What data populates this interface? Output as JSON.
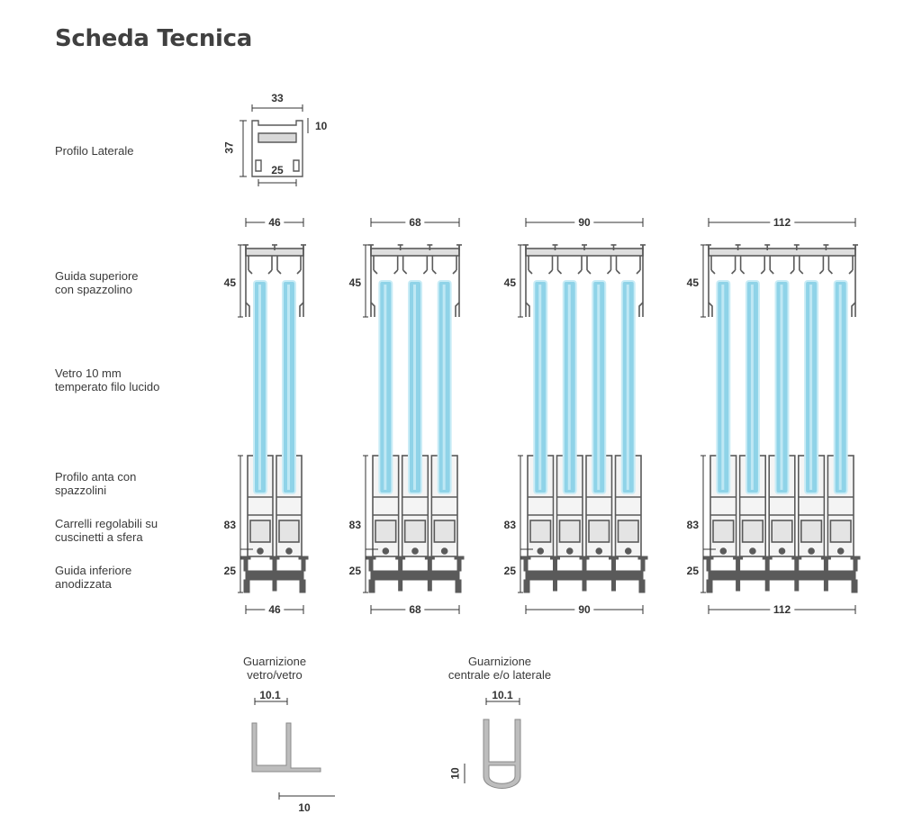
{
  "title": "Scheda Tecnica",
  "labels": {
    "profilo_laterale": "Profilo Laterale",
    "guida_superiore": "Guida superiore\ncon spazzolino",
    "vetro": "Vetro 10 mm\ntemperato filo lucido",
    "profilo_anta": "Profilo anta con\nspazzolini",
    "carrelli": "Carrelli regolabili su\ncuscinetti a sfera",
    "guida_inferiore": "Guida inferiore\nanodizzata"
  },
  "side_profile": {
    "width": "33",
    "height": "37",
    "inner": "25",
    "lip": "10"
  },
  "assemblies": [
    {
      "panels": 2,
      "width": "46",
      "top_height": "45",
      "bottom_height": "83",
      "rail_height": "25"
    },
    {
      "panels": 3,
      "width": "68",
      "top_height": "45",
      "bottom_height": "83",
      "rail_height": "25"
    },
    {
      "panels": 4,
      "width": "90",
      "top_height": "45",
      "bottom_height": "83",
      "rail_height": "25"
    },
    {
      "panels": 5,
      "width": "112",
      "top_height": "45",
      "bottom_height": "83",
      "rail_height": "25"
    }
  ],
  "gaskets": [
    {
      "label": "Guarnizione\nvetro/vetro",
      "width": "10.1",
      "base": "10"
    },
    {
      "label": "Guarnizione\ncentrale e/o laterale",
      "width": "10.1",
      "height": "10"
    }
  ],
  "colors": {
    "profile": "#5a5a5a",
    "glass": "#8fd3e8",
    "glass_edge": "#c9ecf6",
    "gasket": "#9a9a9a",
    "dim": "#333333"
  }
}
